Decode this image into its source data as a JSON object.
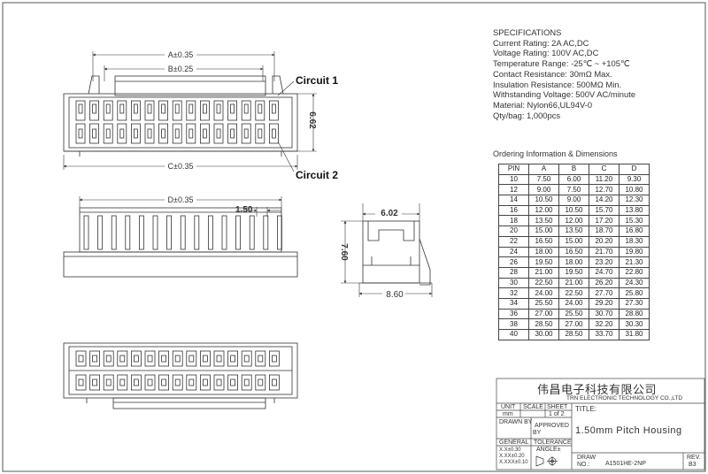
{
  "specifications": {
    "heading": "SPECIFICATIONS",
    "lines": [
      "Current Rating: 2A AC,DC",
      "Voltage Rating: 100V AC,DC",
      "Temperature Range: -25℃ ~ +105℃",
      "Contact Resistance: 30mΩ Max.",
      "Insulation Resistance: 500MΩ Min.",
      "Withstanding Voltage: 500V AC/minute",
      "Material: Nylon66,UL94V-0",
      "Qty/bag: 1,000pcs"
    ]
  },
  "ordering": {
    "title": "Ordering Information & Dimensions",
    "headers": [
      "PIN",
      "A",
      "B",
      "C",
      "D"
    ],
    "rows": [
      [
        "10",
        "7.50",
        "6.00",
        "11.20",
        "9.30"
      ],
      [
        "12",
        "9.00",
        "7.50",
        "12.70",
        "10.80"
      ],
      [
        "14",
        "10.50",
        "9.00",
        "14.20",
        "12.30"
      ],
      [
        "16",
        "12.00",
        "10.50",
        "15.70",
        "13.80"
      ],
      [
        "18",
        "13.50",
        "12.00",
        "17.20",
        "15.30"
      ],
      [
        "20",
        "15.00",
        "13.50",
        "18.70",
        "16.80"
      ],
      [
        "22",
        "16.50",
        "15.00",
        "20.20",
        "18.30"
      ],
      [
        "24",
        "18.00",
        "16.50",
        "21.70",
        "19.80"
      ],
      [
        "26",
        "19.50",
        "18.00",
        "23.20",
        "21.30"
      ],
      [
        "28",
        "21.00",
        "19.50",
        "24.70",
        "22.80"
      ],
      [
        "30",
        "22.50",
        "21.00",
        "26.20",
        "24.30"
      ],
      [
        "32",
        "24.00",
        "22.50",
        "27.70",
        "25.80"
      ],
      [
        "34",
        "25.50",
        "24.00",
        "29.20",
        "27.30"
      ],
      [
        "36",
        "27.00",
        "25.50",
        "30.70",
        "28.80"
      ],
      [
        "38",
        "28.50",
        "27.00",
        "32.20",
        "30.30"
      ],
      [
        "40",
        "30.00",
        "28.50",
        "33.70",
        "31.80"
      ]
    ]
  },
  "drawing": {
    "dim_a": "A±0.35",
    "dim_b": "B±0.25",
    "dim_c": "C±0.35",
    "dim_d": "D±0.35",
    "dim_height": "6.62",
    "dim_pitch": "1.50",
    "dim_side_w": "6.02",
    "dim_side_h": "7.60",
    "dim_side_depth": "8.60",
    "circuit_1": "Circuit 1",
    "circuit_2": "Circuit 2"
  },
  "title_block": {
    "company_cn": "伟昌电子科技有限公司",
    "company_en": "TRN ELECTRONIC TECHNOLOGY CO.,LTD",
    "unit_label": "UNIT",
    "unit_value": "mm",
    "scale_label": "SCALE",
    "sheet_label": "SHEET",
    "sheet_value": "1 of 2",
    "title_label": "TITLE:",
    "title_value": "1.50mm Pitch Housing",
    "drawn_label": "DRAWN BY",
    "approved_label": "APPROVED",
    "approved_by": "BY",
    "general_label": "GENERAL",
    "tolerance_label": "TOLERANCE",
    "angle_label": "ANGLE±",
    "tol_1": "X.X±0.30",
    "tol_2": "X.XX±0.20",
    "tol_3": "X.XXX±0.10",
    "draw_label": "DRAW",
    "no_label": "NO.:",
    "draw_no": "A1501HE-2NP",
    "rev_label": "REV.",
    "rev_value": "B3"
  }
}
